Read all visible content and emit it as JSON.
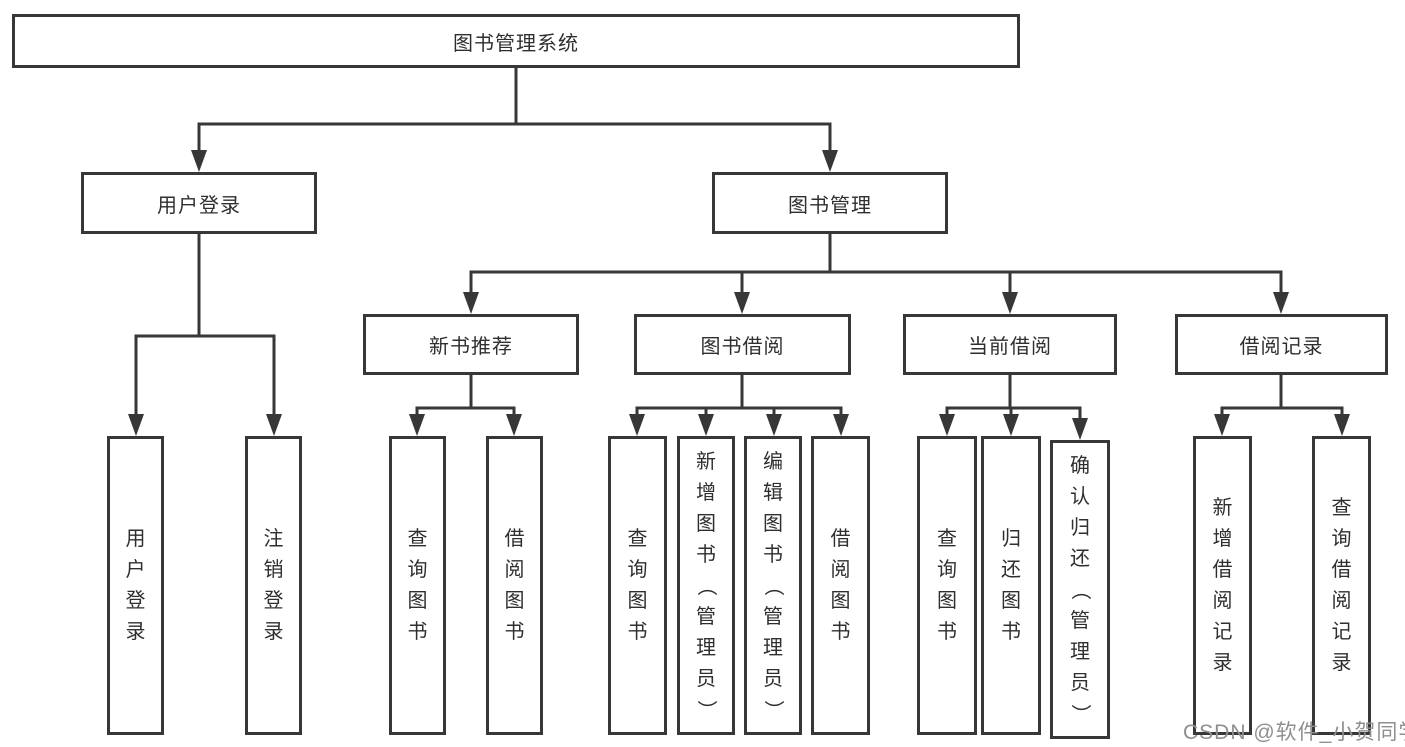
{
  "colors": {
    "line": "#373737",
    "text": "#2f2f2f",
    "box_background": "#ffffff",
    "watermark": "#8f8f8f"
  },
  "watermark": "CSDN @软件_小贺同学",
  "tree": {
    "label": "图书管理系统",
    "children": [
      {
        "label": "用户登录",
        "children": [
          {
            "label": "用户登录"
          },
          {
            "label": "注销登录"
          }
        ]
      },
      {
        "label": "图书管理",
        "children": [
          {
            "label": "新书推荐",
            "children": [
              {
                "label": "查询图书"
              },
              {
                "label": "借阅图书"
              }
            ]
          },
          {
            "label": "图书借阅",
            "children": [
              {
                "label": "查询图书"
              },
              {
                "label": "新增图书（管理员）"
              },
              {
                "label": "编辑图书（管理员）"
              },
              {
                "label": "借阅图书"
              }
            ]
          },
          {
            "label": "当前借阅",
            "children": [
              {
                "label": "查询图书"
              },
              {
                "label": "归还图书"
              },
              {
                "label": "确认归还（管理员）"
              }
            ]
          },
          {
            "label": "借阅记录",
            "children": [
              {
                "label": "新增借阅记录"
              },
              {
                "label": "查询借阅记录"
              }
            ]
          }
        ]
      }
    ]
  }
}
